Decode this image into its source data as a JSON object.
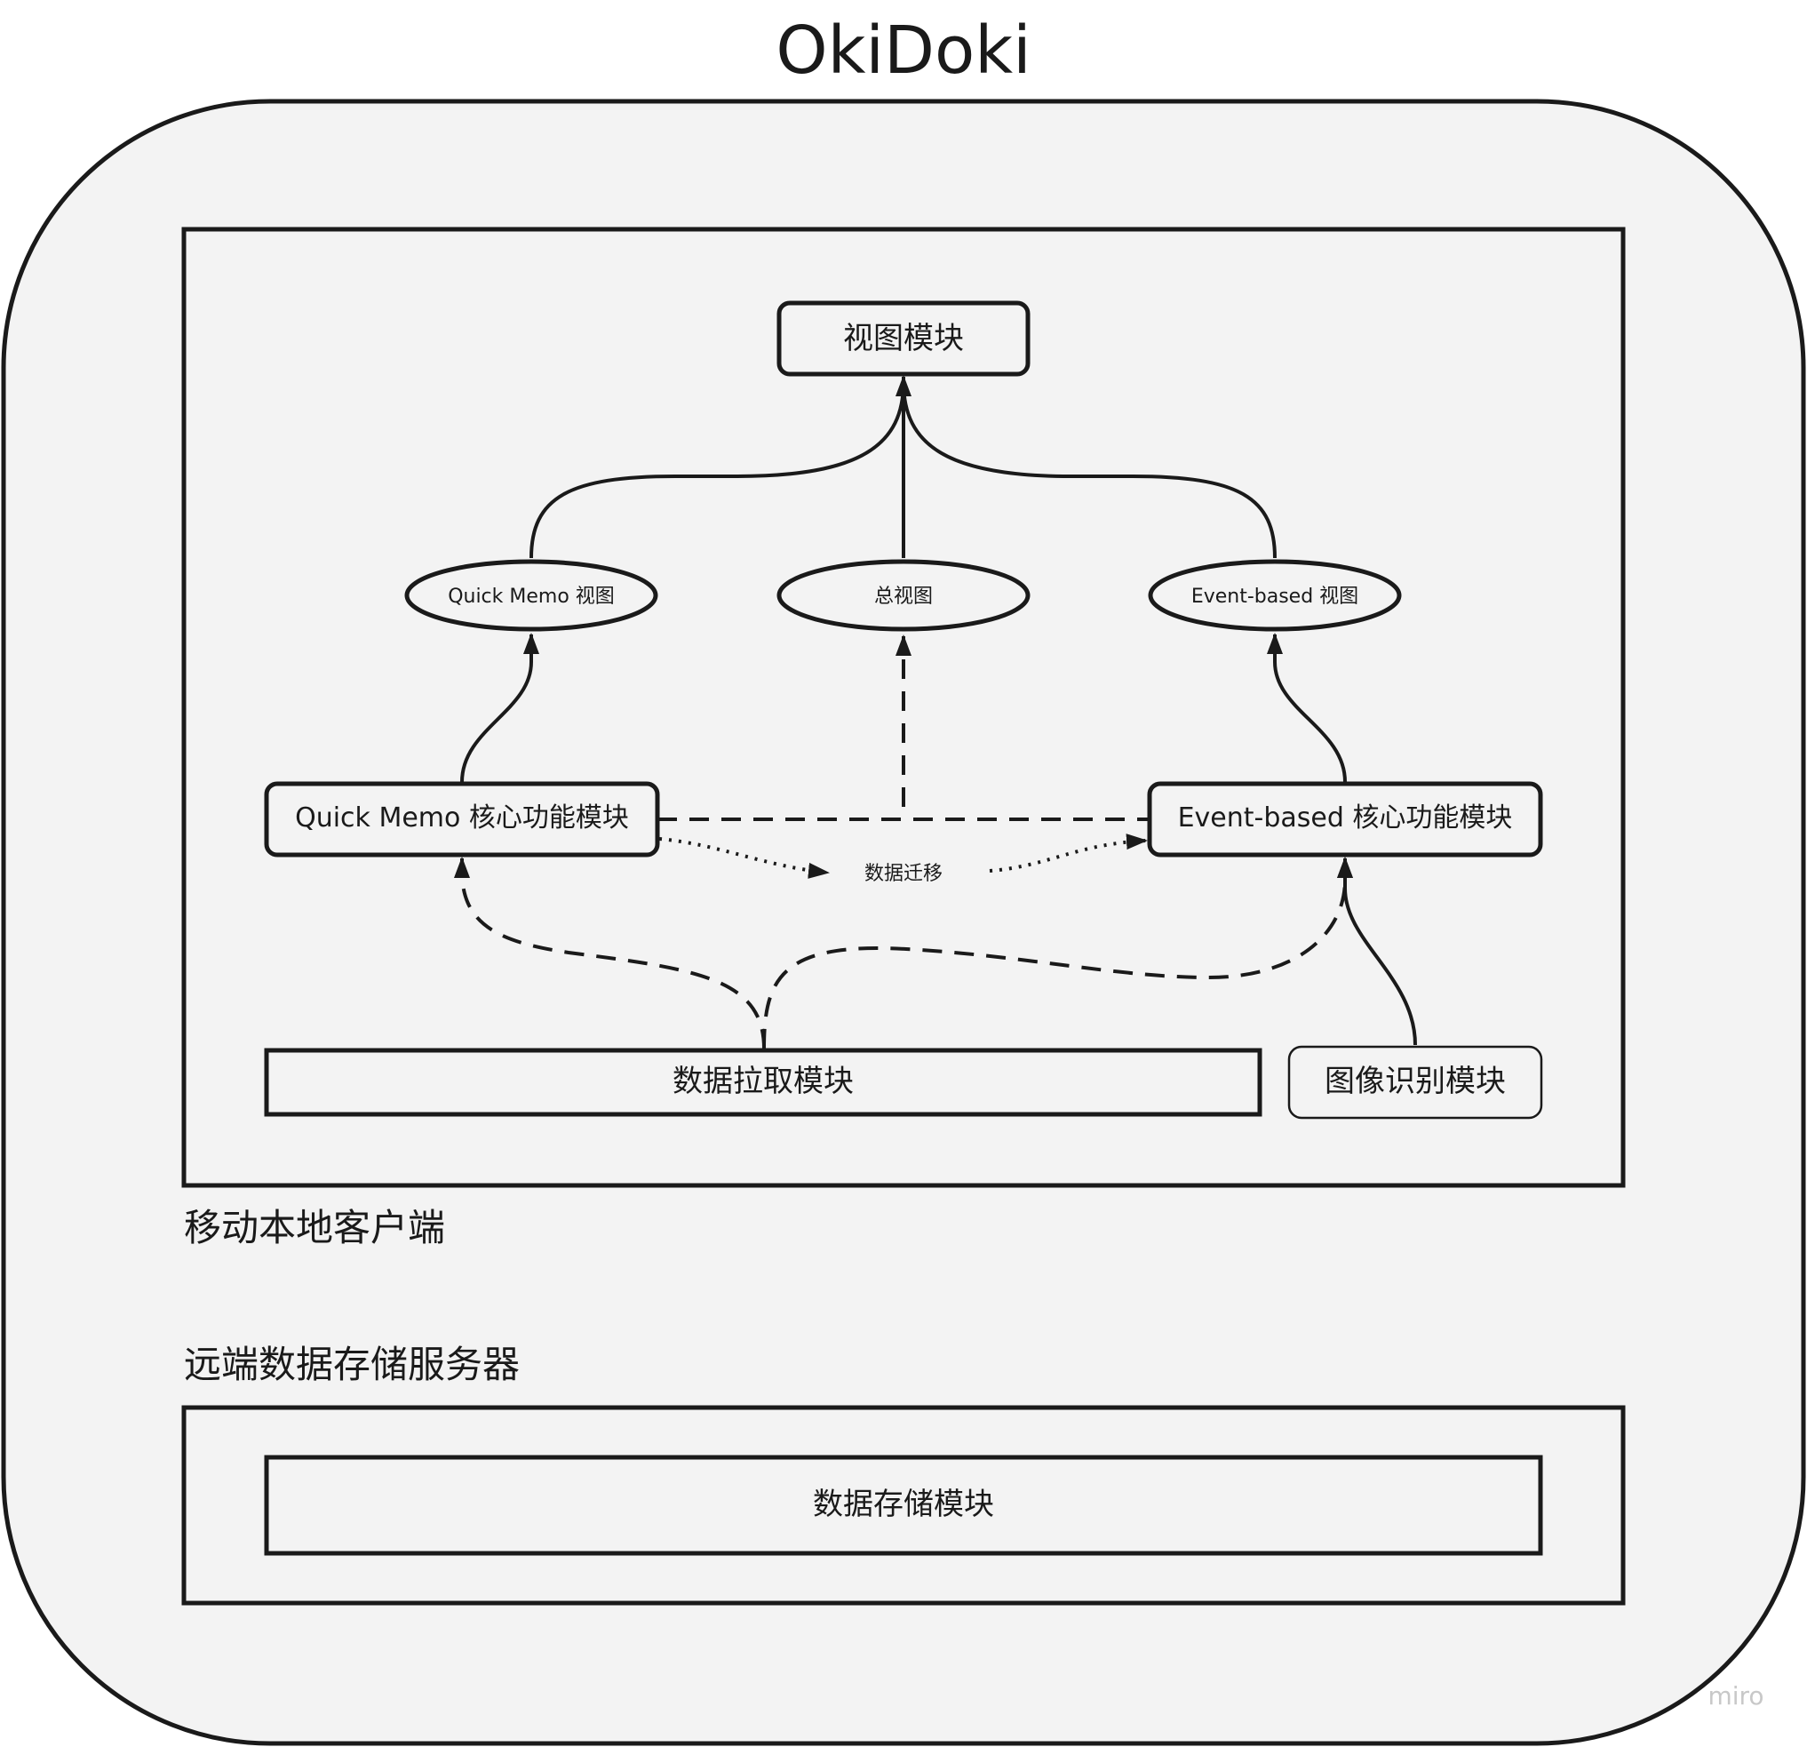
{
  "title": "OkiDoki",
  "client_caption": "移动本地客户端",
  "server_caption": "远端数据存储服务器",
  "nodes": {
    "view_module": "视图模块",
    "quick_memo_view": "Quick Memo 视图",
    "overview_view": "总视图",
    "event_based_view": "Event-based 视图",
    "quick_memo_core": "Quick Memo 核心功能模块",
    "event_based_core": "Event-based 核心功能模块",
    "data_migration": "数据迁移",
    "data_fetch": "数据拉取模块",
    "image_recognition": "图像识别模块",
    "data_storage": "数据存储模块"
  },
  "watermark": "miro",
  "colors": {
    "background": "#f3f3f3",
    "stroke": "#1a1a1a",
    "watermark": "#c8c8c8"
  }
}
